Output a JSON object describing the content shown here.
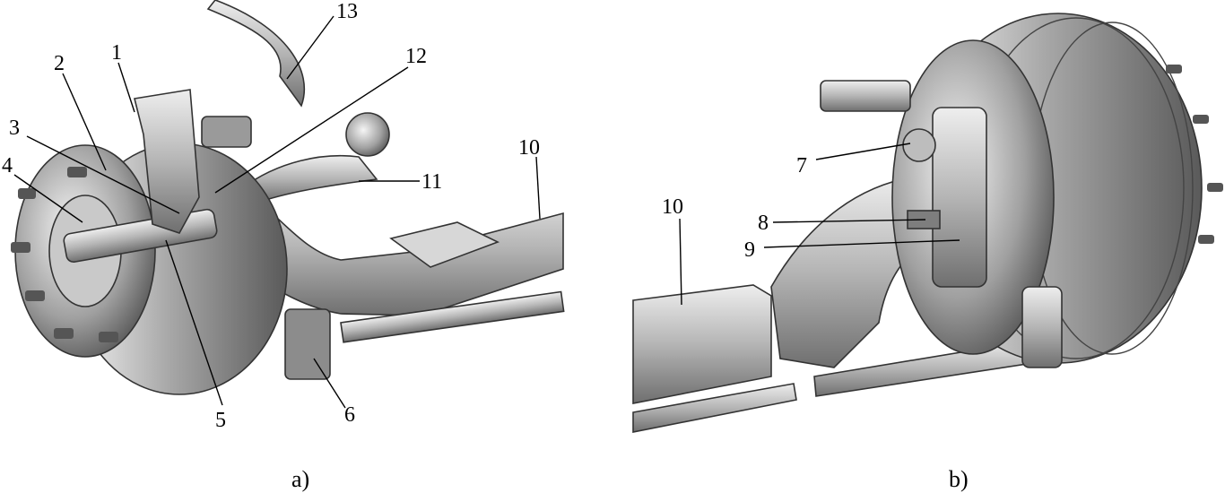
{
  "panels": [
    {
      "caption": "a)",
      "labels": [
        "1",
        "2",
        "3",
        "4",
        "5",
        "6",
        "10",
        "11",
        "12",
        "13"
      ]
    },
    {
      "caption": "b)",
      "labels": [
        "7",
        "8",
        "9",
        "10"
      ]
    }
  ]
}
